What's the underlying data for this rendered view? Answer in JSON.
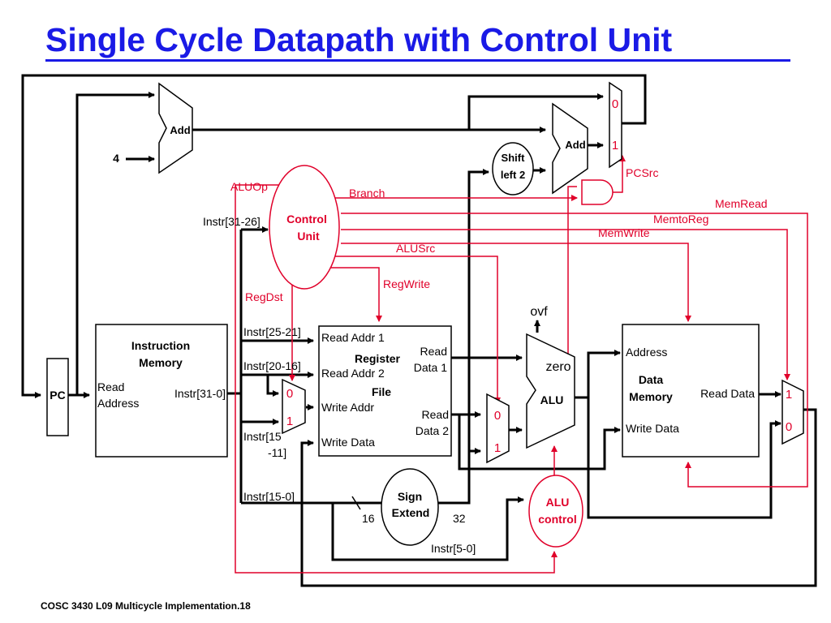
{
  "slide": {
    "title": "Single Cycle Datapath with Control Unit",
    "footer": "COSC 3430 L09 Multicycle Implementation.18"
  },
  "colors": {
    "title": "#1a1ae6",
    "control": "#e0002a",
    "wire": "#000000"
  },
  "blocks": {
    "pc": "PC",
    "imem_title1": "Instruction",
    "imem_title2": "Memory",
    "imem_read1": "Read",
    "imem_read2": "Address",
    "imem_out": "Instr[31-0]",
    "adder1": "Add",
    "adder2": "Add",
    "const4": "4",
    "shift1": "Shift",
    "shift2": "left 2",
    "control1": "Control",
    "control2": "Unit",
    "rf_readaddr1": "Read Addr 1",
    "rf_readaddr2": "Read Addr 2",
    "rf_writeaddr": "Write Addr",
    "rf_writedata": "Write Data",
    "rf_title1": "Register",
    "rf_title2": "File",
    "rf_rd1a": "Read",
    "rf_rd1b": "Data 1",
    "rf_rd2a": "Read",
    "rf_rd2b": "Data 2",
    "alu": "ALU",
    "zero": "zero",
    "ovf": "ovf",
    "alucontrol1": "ALU",
    "alucontrol2": "control",
    "signext1": "Sign",
    "signext2": "Extend",
    "dmem_address": "Address",
    "dmem_title1": "Data",
    "dmem_title2": "Memory",
    "dmem_readdata": "Read Data",
    "dmem_writedata": "Write Data"
  },
  "instr_labels": {
    "i31_26": "Instr[31-26]",
    "i25_21": "Instr[25-21]",
    "i20_16": "Instr[20-16]",
    "i15_11a": "Instr[15",
    "i15_11b": "-11]",
    "i15_0": "Instr[15-0]",
    "i5_0": "Instr[5-0]",
    "w16": "16",
    "w32": "32"
  },
  "signals": {
    "aluop": "ALUOp",
    "branch": "Branch",
    "memread": "MemRead",
    "memtoreg": "MemtoReg",
    "memwrite": "MemWrite",
    "alusrc": "ALUSrc",
    "regwrite": "RegWrite",
    "regdst": "RegDst",
    "pcsrc": "PCSrc"
  },
  "mux_labels": {
    "pc_0": "0",
    "pc_1": "1",
    "rd_0": "0",
    "rd_1": "1",
    "alusrc_0": "0",
    "alusrc_1": "1",
    "mem_1": "1",
    "mem_0": "0"
  }
}
